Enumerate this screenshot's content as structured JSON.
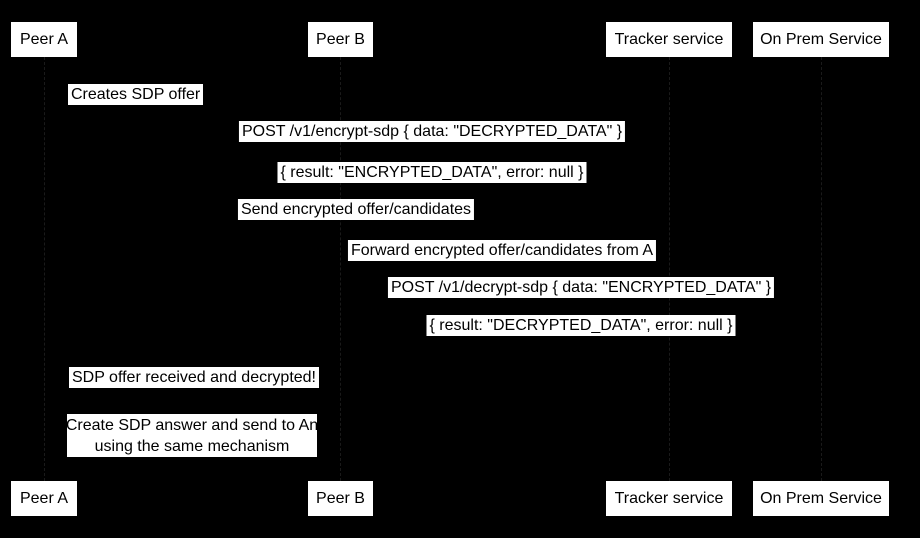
{
  "colors": {
    "background": "#000000",
    "label_background": "#ffffff",
    "text": "#000000"
  },
  "actors": [
    {
      "label": "Peer A"
    },
    {
      "label": "Peer B"
    },
    {
      "label": "Tracker service"
    },
    {
      "label": "On Prem Service"
    }
  ],
  "messages": [
    {
      "text": "Creates SDP offer",
      "from": "Peer A",
      "to": "Peer A"
    },
    {
      "text": "POST /v1/encrypt-sdp { data: \"DECRYPTED_DATA\" }",
      "from": "Peer A",
      "to": "On Prem Service"
    },
    {
      "text": "{ result: \"ENCRYPTED_DATA\", error: null }",
      "from": "On Prem Service",
      "to": "Peer A"
    },
    {
      "text": "Send encrypted offer/candidates",
      "from": "Peer A",
      "to": "Tracker service"
    },
    {
      "text": "Forward encrypted offer/candidates from A",
      "from": "Tracker service",
      "to": "Peer B"
    },
    {
      "text": "POST /v1/decrypt-sdp { data: \"ENCRYPTED_DATA\" }",
      "from": "Peer B",
      "to": "On Prem Service"
    },
    {
      "text": "{ result: \"DECRYPTED_DATA\", error: null }",
      "from": "On Prem Service",
      "to": "Peer B"
    },
    {
      "text": "SDP offer received and decrypted!",
      "from": "Peer B",
      "to": "Peer A"
    }
  ],
  "note": {
    "line1": "Create SDP answer and send to An",
    "line2": "using the same mechanism"
  }
}
